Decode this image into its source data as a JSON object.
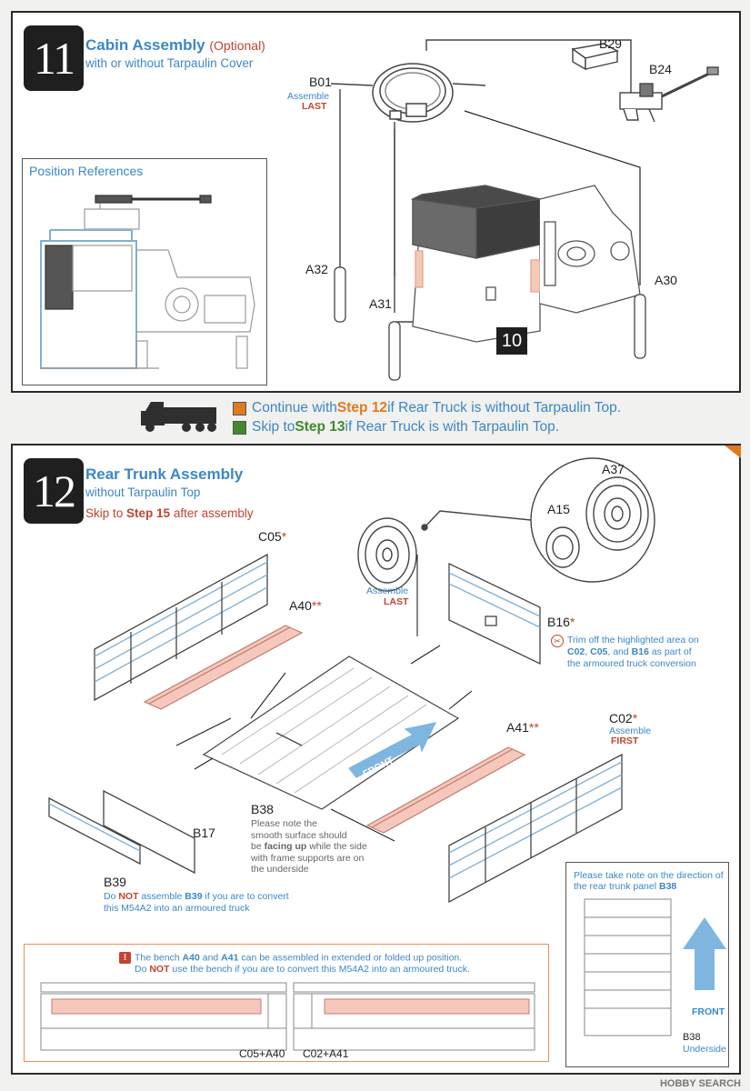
{
  "step11": {
    "number": "11",
    "title": "Cabin Assembly",
    "optional": "(Optional)",
    "subtitle": "with or without Tarpaulin Cover",
    "position_ref": "Position References",
    "parts": {
      "b01": "B01",
      "b01_note1": "Assemble",
      "b01_note2": "LAST",
      "b29": "B29",
      "b24": "B24",
      "a32": "A32",
      "a31": "A31",
      "a30": "A30",
      "ref_step": "10"
    }
  },
  "legend": {
    "line1_pre": "Continue with ",
    "line1_step": "Step 12",
    "line1_post": " if Rear Truck is without Tarpaulin Top.",
    "line2_pre": "Skip to ",
    "line2_step": "Step 13",
    "line2_post": " if Rear Truck is with Tarpaulin Top.",
    "color_continue": "#e07a1f",
    "color_skip": "#3f8a2e"
  },
  "step12": {
    "number": "12",
    "title": "Rear Trunk Assembly",
    "subtitle": "without Tarpaulin Top",
    "skip_pre": "Skip to ",
    "skip_step": "Step 15",
    "skip_post": " after assembly",
    "parts": {
      "c05": "C05",
      "a40": "A40",
      "a37": "A37",
      "a15": "A15",
      "wheel_note1": "Assemble",
      "wheel_note2": "LAST",
      "b16": "B16",
      "b16_note1": "Trim off the highlighted area on",
      "b16_note2_a": "C02",
      "b16_note2_b": ", ",
      "b16_note2_c": "C05",
      "b16_note2_d": ", and ",
      "b16_note2_e": "B16",
      "b16_note2_f": " as part of",
      "b16_note3": "the armoured truck conversion",
      "a41": "A41",
      "c02": "C02",
      "c02_note1": "Assemble",
      "c02_note2": "FIRST",
      "front": "FRONT",
      "b38": "B38",
      "b38_note1": "Please note the",
      "b38_note2": "smooth surface should",
      "b38_note3_a": "be ",
      "b38_note3_b": "facing up",
      "b38_note3_c": " while the side",
      "b38_note4": "with frame supports are on",
      "b38_note5": "the underside",
      "b17": "B17",
      "b39": "B39",
      "b39_note1_a": "Do ",
      "b39_note1_b": "NOT",
      "b39_note1_c": " assemble ",
      "b39_note1_d": "B39",
      "b39_note1_e": " if you are to convert",
      "b39_note2": "this M54A2 into an armoured truck",
      "asterisk": "*",
      "double_asterisk": "**"
    },
    "direction_box": {
      "title1": "Please take note on the direction of",
      "title2_a": "the rear trunk panel ",
      "title2_b": "B38",
      "front": "FRONT",
      "part": "B38",
      "part_note": "Underside"
    },
    "bench_box": {
      "line1_a": "The bench ",
      "line1_b": "A40",
      "line1_c": " and ",
      "line1_d": "A41",
      "line1_e": " can be assembled in extended or folded up position.",
      "line2_a": "Do ",
      "line2_b": "NOT",
      "line2_c": " use the bench if you are to convert this M54A2 into an armoured truck.",
      "left_label": "C05+A40",
      "right_label": "C02+A41"
    }
  },
  "watermark": "HOBBY SEARCH"
}
